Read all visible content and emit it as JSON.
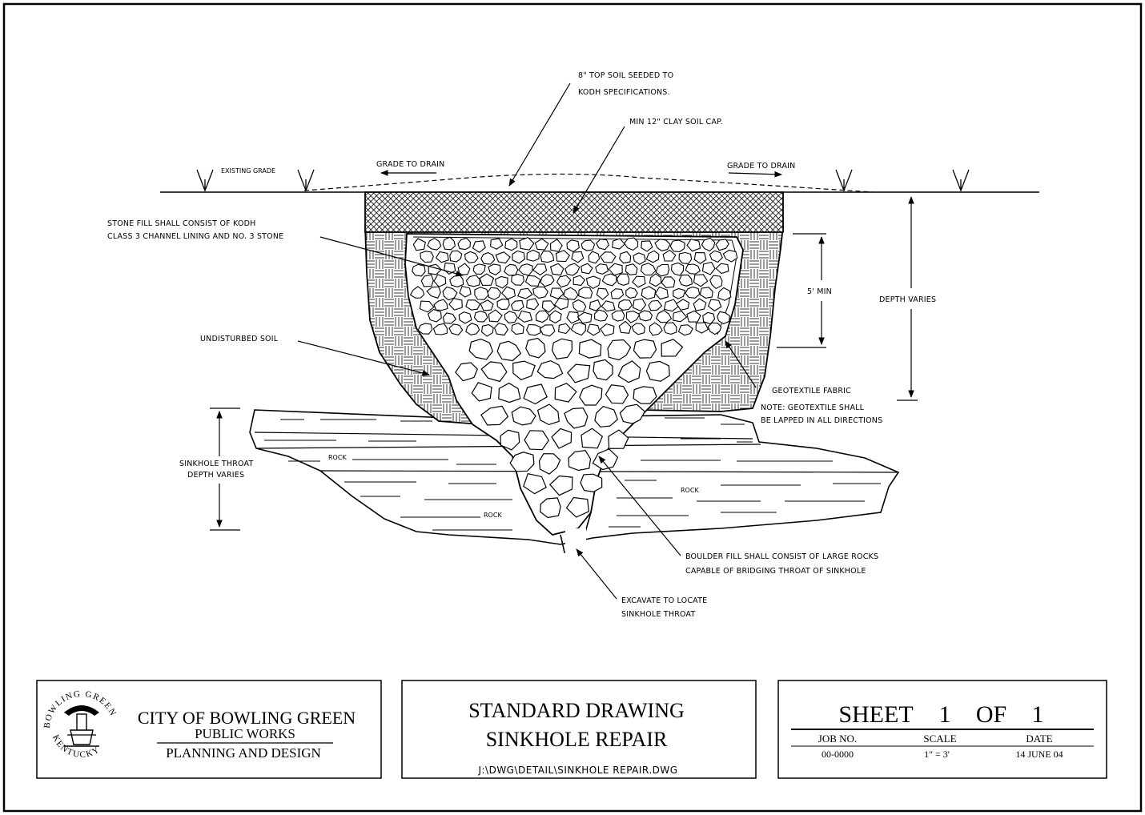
{
  "drawing": {
    "labels": {
      "topsoil_line1": "8\" TOP SOIL SEEDED TO",
      "topsoil_line2": "KODH SPECIFICATIONS.",
      "clay_cap": "MIN 12\" CLAY SOIL CAP.",
      "existing_grade": "EXISTING GRADE",
      "grade_to_drain_left": "GRADE TO DRAIN",
      "grade_to_drain_right": "GRADE TO DRAIN",
      "stone_fill_line1": "STONE FILL SHALL CONSIST OF KODH",
      "stone_fill_line2": "CLASS 3 CHANNEL LINING AND NO. 3 STONE",
      "five_ft_min": "5' MIN",
      "depth_varies": "DEPTH VARIES",
      "undisturbed_soil": "UNDISTURBED SOIL",
      "geotextile": "GEOTEXTILE FABRIC",
      "geotextile_note1": "NOTE: GEOTEXTILE SHALL",
      "geotextile_note2": "BE LAPPED IN ALL DIRECTIONS",
      "throat_depth1": "SINKHOLE THROAT",
      "throat_depth2": "DEPTH VARIES",
      "rock1": "ROCK",
      "rock2": "ROCK",
      "rock3": "ROCK",
      "boulder_line1": "BOULDER FILL SHALL CONSIST OF LARGE ROCKS",
      "boulder_line2": "CAPABLE OF BRIDGING THROAT OF SINKHOLE",
      "excavate_line1": "EXCAVATE TO LOCATE",
      "excavate_line2": "SINKHOLE THROAT"
    }
  },
  "title_block": {
    "seal_top_text": "BOWLING GREEN",
    "seal_bottom_text": "KENTUCKY",
    "org_name": "CITY OF BOWLING GREEN",
    "department": "PUBLIC WORKS",
    "division": "PLANNING AND DESIGN",
    "drawing_type": "STANDARD DRAWING",
    "drawing_title": "SINKHOLE REPAIR",
    "file_path": "J:\\DWG\\DETAIL\\SINKHOLE REPAIR.DWG",
    "sheet_label": "SHEET",
    "sheet_num": "1",
    "sheet_of": "OF",
    "sheet_total": "1",
    "job_no_label": "JOB NO.",
    "job_no": "00-0000",
    "scale_label": "SCALE",
    "scale": "1\" = 3'",
    "date_label": "DATE",
    "date": "14 JUNE 04"
  }
}
